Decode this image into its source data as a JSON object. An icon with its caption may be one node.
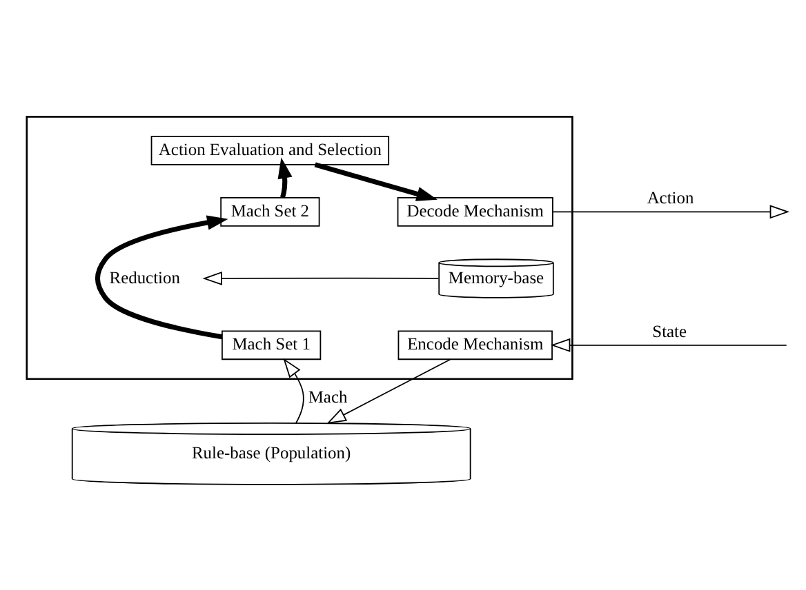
{
  "diagram": {
    "nodes": [
      {
        "text": [],
        "shape": "box"
      },
      {
        "text": [
          "Action Evaluation and Selection"
        ],
        "in": 0
      },
      {
        "text": [
          "Mach Set 2"
        ],
        "in": 0
      },
      {
        "text": [
          "Decode Mechanism"
        ],
        "in": 0
      },
      {
        "text": [
          "Memory-base"
        ],
        "in": 0
      },
      {
        "text": [
          "Mach Set 1"
        ],
        "in": 0
      },
      {
        "text": [
          "Encode Mechanism"
        ],
        "in": 0
      },
      {
        "text": [
          "Rule-base (Population)"
        ]
      }
    ],
    "edges": [
      {
        "from": 5,
        "to": 2,
        "arrow": "to",
        "style": "thick",
        "label": "Reduction"
      },
      {
        "from": 2,
        "to": 1,
        "arrow": "to",
        "style": "thick"
      },
      {
        "from": 1,
        "to": 3,
        "arrow": "to",
        "style": "thick"
      },
      {
        "from": 3,
        "to": null,
        "arrow": "to",
        "label": "Action"
      },
      {
        "from": null,
        "to": 6,
        "arrow": "to",
        "label": "State"
      },
      {
        "from": 4,
        "to": null,
        "arrow": "to"
      },
      {
        "from": 7,
        "to": 5,
        "arrow": "to",
        "label": "Mach"
      },
      {
        "from": 6,
        "to": 7,
        "arrow": "to"
      }
    ]
  }
}
